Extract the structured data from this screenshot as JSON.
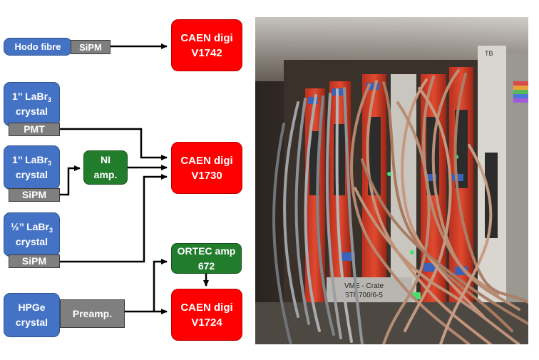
{
  "hodo": {
    "label": "Hodo fibre",
    "sensor": "SiPM"
  },
  "labr1": {
    "size": "1’’ LaBr",
    "sub": "3",
    "crystal": "crystal",
    "sensor": "PMT"
  },
  "labr2": {
    "size": "1’’ LaBr",
    "sub": "3",
    "crystal": "crystal",
    "sensor": "SiPM"
  },
  "labr3": {
    "size": "½’’ LaBr",
    "sub": "3",
    "crystal": "crystal",
    "sensor": "SiPM"
  },
  "hpge": {
    "line1": "HPGe",
    "line2": "crystal",
    "preamp": "Preamp."
  },
  "ni_amp": {
    "line1": "NI",
    "line2": "amp."
  },
  "ortec": {
    "line1": "ORTEC amp",
    "line2": "672"
  },
  "digitizers": [
    {
      "line1": "CAEN digi",
      "line2": "V1742"
    },
    {
      "line1": "CAEN digi",
      "line2": "V1730"
    },
    {
      "line1": "CAEN digi",
      "line2": "V1724"
    }
  ],
  "photo": {
    "crate_label1": "VME - Crate",
    "crate_label2": "STR700/6-5",
    "card_label": "TB"
  },
  "colors": {
    "detector": "#4472c4",
    "readout": "#7f7f7f",
    "amplifier": "#217c2c",
    "digitizer": "#ff0000"
  }
}
